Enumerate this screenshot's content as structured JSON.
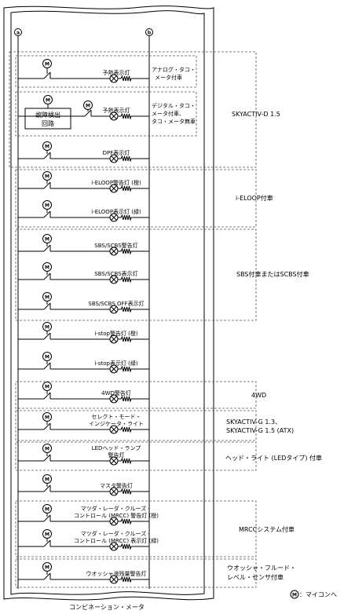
{
  "diagram": {
    "bus_a": "a",
    "bus_b": "b",
    "micon_symbol": "M",
    "caption": "コンビネーション・メータ",
    "legend_text": "：マイコンへ",
    "fault_box": [
      "故障検出",
      "回路"
    ],
    "circuits": [
      {
        "label": "予熱表示灯",
        "note": [
          "アナログ・タコ・",
          "メータ付車"
        ]
      },
      {
        "label": "予熱表示灯",
        "note": [
          "デジタル・タコ・",
          "メータ付車、",
          "タコ・メータ無車"
        ]
      },
      {
        "label": "DPF表示灯",
        "note": []
      },
      {
        "label": "i-ELOOP警告灯 (橙)",
        "note": []
      },
      {
        "label": "i-ELOOP表示灯 (緑)",
        "note": []
      },
      {
        "label": "SBS/SCBS警告灯",
        "note": []
      },
      {
        "label": "SBS/SCBS表示灯",
        "note": []
      },
      {
        "label": "SBS/SCBS OFF表示灯",
        "note": []
      },
      {
        "label": "i-stop警告灯 (橙)",
        "note": []
      },
      {
        "label": "i-stop表示灯 (緑)",
        "note": []
      },
      {
        "label": "4WD警告灯",
        "note": []
      },
      {
        "label": "セレクト・モード・\nインジケータ・ライト",
        "note": []
      },
      {
        "label": "LEDヘッド・ランプ\n警告灯",
        "note": []
      },
      {
        "label": "マスタ警告灯",
        "note": []
      },
      {
        "label": "マツダ・レーダ・クルーズ・\nコントロール (MRCC) 警告灯 (橙)",
        "note": []
      },
      {
        "label": "マツダ・レーダ・クルーズ・\nコントロール (MRCC) 表示灯 (緑)",
        "note": []
      },
      {
        "label": "ウオッシャ液残量警告灯",
        "note": []
      }
    ],
    "groups": [
      {
        "label": [
          "SKYACTIV-D 1.5"
        ]
      },
      {
        "label": [
          "i-ELOOP付車"
        ]
      },
      {
        "label": [
          "SBS付車またはSCBS付車"
        ]
      },
      {
        "label": [
          "4WD"
        ]
      },
      {
        "label": [
          "SKYACTIV-G 1.3、",
          "SKYACTIV-G 1.5 (ATX)"
        ]
      },
      {
        "label": [
          "ヘッド・ライト (LEDタイプ) 付車"
        ]
      },
      {
        "label": [
          "MRCCシステム付車"
        ]
      },
      {
        "label": [
          "ウオッシャ・フルード・",
          "レベル・センサ付車"
        ]
      }
    ]
  }
}
